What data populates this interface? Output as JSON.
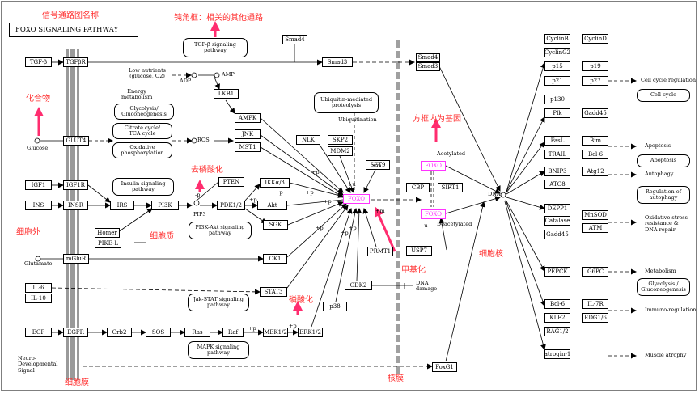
{
  "title": "FOXO SIGNALING PATHWAY",
  "annotations": {
    "pathway_name": "信号通路图名称",
    "rounded_box": "钝角框：相关的其他通路",
    "compound": "化合物",
    "gene_in_box": "方框内为基因",
    "phosphorylation_1": "去磷酸化",
    "extracellular": "细胞外",
    "cytoplasm": "细胞质",
    "nucleus": "细胞核",
    "methylation": "甲基化",
    "phosphorylation_2": "磷酸化",
    "cell_membrane": "细胞膜",
    "nuclear_membrane": "核膜"
  },
  "genes": {
    "tgfb": "TGF-β",
    "tgfbr": "TGFβR",
    "glut4": "GLUT4",
    "igf1": "IGF1",
    "igf1r": "IGF1R",
    "ins": "INS",
    "insr": "INSR",
    "homer": "Homer",
    "pike_l": "PIKE-L",
    "mglur": "mGluR",
    "il6": "IL-6",
    "il10": "IL-10",
    "egf": "EGF",
    "egfr": "EGFR",
    "grb2": "Grb2",
    "sos": "SOS",
    "ras": "Ras",
    "raf": "Raf",
    "mek12": "MEK1/2",
    "erk12": "ERK1/2",
    "lkb1": "LKB1",
    "ampk": "AMPK",
    "jnk": "JNK",
    "mst1": "MST1",
    "irs": "IRS",
    "pi3k": "PI3K",
    "pten": "PTEN",
    "pdk12": "PDK1/2",
    "ikkab": "IKKα/β",
    "akt": "Akt",
    "sgk": "SGK",
    "ck1": "CK1",
    "stat3": "STAT3",
    "p38": "p38",
    "nlk": "NLK",
    "skp2": "SKP2",
    "mdm2": "MDM2",
    "set9": "SET9",
    "prmt1": "PRMT1",
    "cdk2": "CDK2",
    "smad4a": "Smad4",
    "smad3a": "Smad3",
    "smad4b": "Smad4",
    "smad3b": "Smad3",
    "foxo_a": "FOXO",
    "foxo_b": "FOXO",
    "foxo_main": "FOXO",
    "cbp": "CBP",
    "sirt1": "SIRT1",
    "usp7": "USP7",
    "foxg1": "FoxG1",
    "cyclinb": "CyclinB",
    "cyclind": "CyclinD",
    "cyclinG2": "CyclinG2",
    "p15": "p15",
    "p19": "p19",
    "p21": "p21",
    "p27": "p27",
    "p130": "p130",
    "plk": "Plk",
    "gadd45a": "Gadd45",
    "fasl": "FasL",
    "bim": "Bim",
    "trail": "TRAIL",
    "bcl6a": "Bcl-6",
    "bnip3": "BNIP3",
    "atg12": "Atg12",
    "atg8": "ATG8",
    "depp1": "DEPP1",
    "mnsod": "MnSOD",
    "catalase": "Catalase",
    "atm": "ATM",
    "gadd45b": "Gadd45",
    "pepck": "PEPCK",
    "g6pc": "G6PC",
    "bcl6b": "Bcl-6",
    "il7r": "IL-7R",
    "klf2": "KLF2",
    "edg1": "EDG1/6",
    "rag12": "RAG1/2",
    "atrogin": "atrogin-1"
  },
  "pathways": {
    "tgfb_path": "TGF-β signaling\npathway",
    "ubiq_prot": "Ubiquitin-mediated\nproteolysis",
    "glycolysis": "Glycolysis/\nGluconeogenesis",
    "citrate": "Citrate cycle/\nTCA cycle",
    "oxphos": "Oxidative\nphosphorylation",
    "insulin": "Insulin signaling\npathway",
    "pi3k_akt": "PI3K-Akt signaling\npathway",
    "jak_stat": "Jak-STAT signaling\npathway",
    "mapk": "MAPK signaling\npathway",
    "cell_cycle": "Cell cycle",
    "apoptosis": "Apoptosis",
    "autophagy_reg": "Regulation of\nautophagy",
    "glyco_right": "Glycolysis /\nGluconeogenesis"
  },
  "labels": {
    "low_nutrients": "Low nutrients\n(glucose, O2)",
    "adp": "ADP",
    "amp": "AMP",
    "energy": "Energy\nmetabolism",
    "glucose": "Glucose",
    "ros": "ROS",
    "pip3": "PIP3",
    "glutamate": "Glutamate",
    "neuro": "Neuro-\nDevelopmental\nSignal",
    "ubiquitination": "Ubiquitination",
    "acetylated": "Acetylated",
    "deacetylated": "Deacetylated",
    "dna_damage": "DNA\ndamage",
    "dna": "DNA",
    "out_cell_cycle_reg": "Cell cycle regulation",
    "out_apoptosis": "Apoptosis",
    "out_autophagy": "Autophagy",
    "out_oxidative": "Oxidative stress\nresistance &\nDNA repair",
    "out_metabolism": "Metabolism",
    "out_immuno": "Immuno-regulation",
    "out_muscle": "Muscle atrophy",
    "p": "+p",
    "m": "+m",
    "minus_p": "-p",
    "u": "+u",
    "minus_u": "-u",
    "ac": "+p"
  },
  "colors": {
    "annotation": "#ff2d2d",
    "foxo_highlight": "#ff33ff",
    "membrane": "#9a9a9a"
  }
}
